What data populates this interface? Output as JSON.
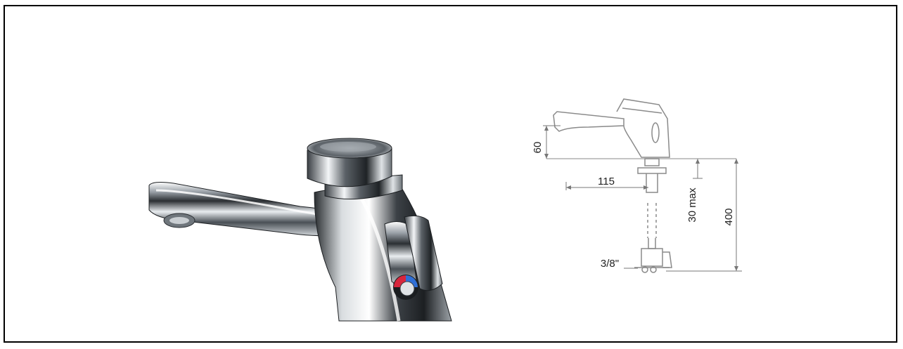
{
  "figure": {
    "dimensions": {
      "spout_height": "60",
      "projection": "115",
      "deck_thickness": "30 max",
      "hose_length": "400",
      "connection": "3/8\""
    }
  },
  "colors": {
    "border": "#000000",
    "chrome_dark": "#2b2f33",
    "chrome_light": "#f4f6f8",
    "hot_indicator": "#d7263d",
    "cold_indicator": "#2f6fd6",
    "drawing_line": "#8a8a8a"
  }
}
